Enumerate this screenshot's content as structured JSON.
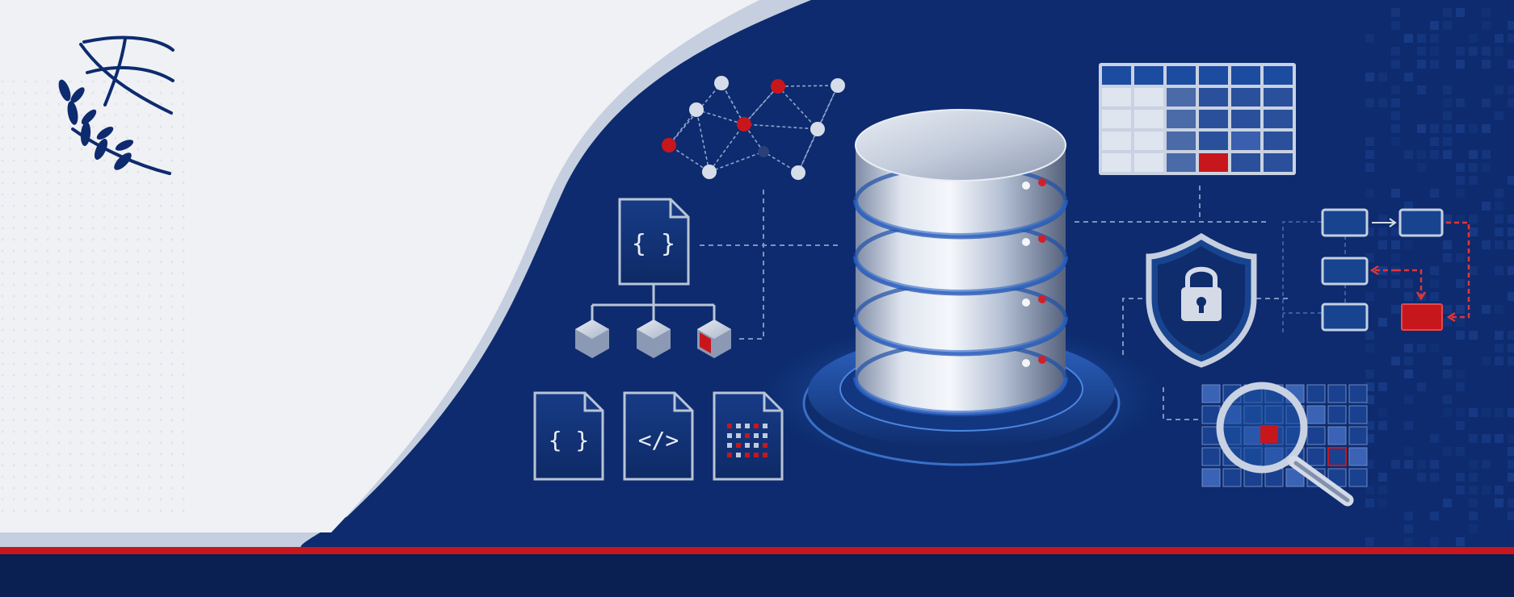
{
  "colors": {
    "navy": "#0d2b6e",
    "navy_dark": "#0a1f52",
    "panel_light": "#f0f1f5",
    "accent_red": "#c8161d",
    "steel": "#b9c4d6",
    "blue_glow": "#2f6fd1"
  },
  "illustration": {
    "theme": "database-security-banner",
    "elements": {
      "logo": "wreath-globe-emblem",
      "network": "node-graph",
      "database": "stacked-cylinder-server",
      "schema": "hierarchy-tree",
      "table": "spreadsheet-grid",
      "security": "shield-lock-icon",
      "workflow": "flowchart",
      "search": "magnifier-over-grid"
    }
  },
  "file_icons": [
    {
      "name": "json-file-icon",
      "glyph": "{ }"
    },
    {
      "name": "xml-file-icon",
      "glyph": "</>"
    },
    {
      "name": "data-file-icon",
      "glyph": ""
    }
  ],
  "schema_file": {
    "name": "schema-json-file-icon",
    "glyph": "{ }"
  }
}
